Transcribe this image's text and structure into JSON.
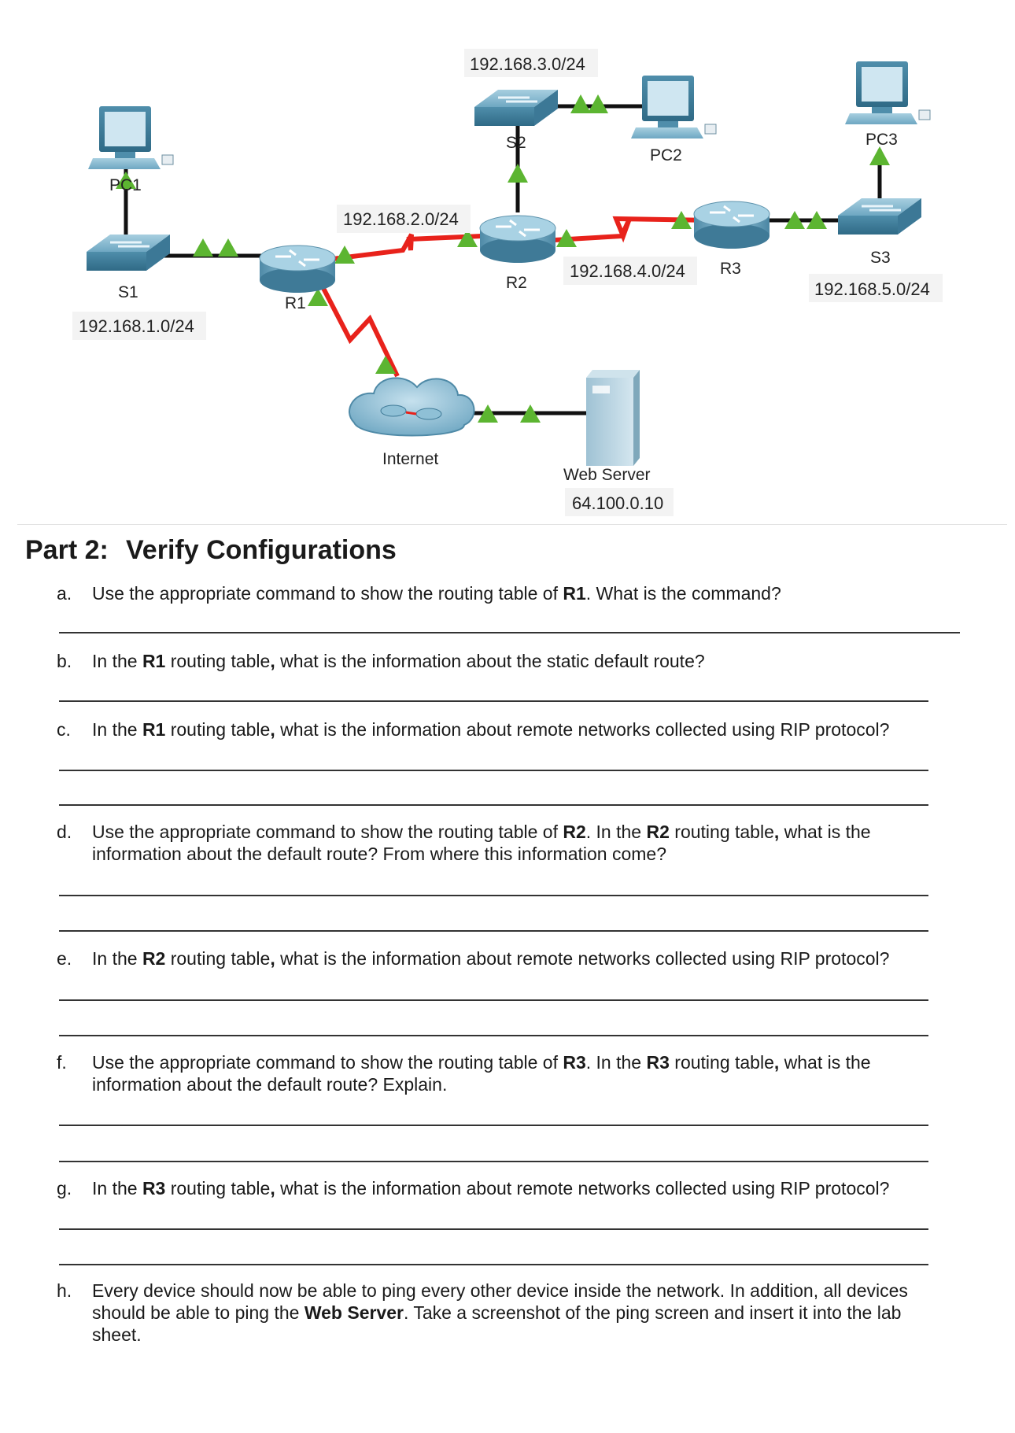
{
  "diagram": {
    "networks": {
      "n3": "192.168.3.0/24",
      "n2": "192.168.2.0/24",
      "n4": "192.168.4.0/24",
      "n5": "192.168.5.0/24",
      "n1": "192.168.1.0/24",
      "web_ip": "64.100.0.10"
    },
    "devices": {
      "pc1": "PC1",
      "pc2": "PC2",
      "pc3": "PC3",
      "s1": "S1",
      "s2": "S2",
      "s3": "S3",
      "r1": "R1",
      "r2": "R2",
      "r3": "R3",
      "internet": "Internet",
      "web_server": "Web Server"
    },
    "colors": {
      "serial_link": "#e8221b",
      "ethernet_link": "#111111",
      "link_up_indicator": "#5cb531",
      "device_blue": "#5d9bb8"
    }
  },
  "part": {
    "number": "Part 2:",
    "title": "Verify Configurations"
  },
  "questions": [
    {
      "letter": "a.",
      "t1": "Use the appropriate command to show the routing table of ",
      "b1": "R1",
      "t2": ". What is the command?"
    },
    {
      "letter": "b.",
      "t1": "In the ",
      "b1": "R1",
      "t2": " routing table",
      "b2": ",",
      "t3": " what is the information about the static default route?"
    },
    {
      "letter": "c.",
      "t1": "In the ",
      "b1": "R1",
      "t2": " routing table",
      "b2": ",",
      "t3": " what is the information about remote networks collected using RIP protocol?"
    },
    {
      "letter": "d.",
      "t1": "Use the appropriate command to show the routing table of ",
      "b1": "R2",
      "t2": ". In the ",
      "b2": "R2",
      "t3": " routing table",
      "b3": ",",
      "t4": " what is the information about the default route? From where this information come?"
    },
    {
      "letter": "e.",
      "t1": "In the ",
      "b1": "R2",
      "t2": " routing table",
      "b2": ",",
      "t3": " what is the information about remote networks collected using RIP protocol?"
    },
    {
      "letter": "f.",
      "t1": "Use the appropriate command to show the routing table of ",
      "b1": "R3",
      "t2": ". In the ",
      "b2": "R3",
      "t3": " routing table",
      "b3": ",",
      "t4": " what is the information about the default route? Explain."
    },
    {
      "letter": "g.",
      "t1": "In the ",
      "b1": "R3",
      "t2": " routing table",
      "b2": ",",
      "t3": " what is the information about remote networks collected using RIP protocol?"
    },
    {
      "letter": "h.",
      "t1": "Every device should now be able to ping every other device inside the network. In addition, all devices should be able to ping the ",
      "b1": "Web Server",
      "t2": ". Take a screenshot of the ping screen and insert it into the lab sheet."
    }
  ]
}
